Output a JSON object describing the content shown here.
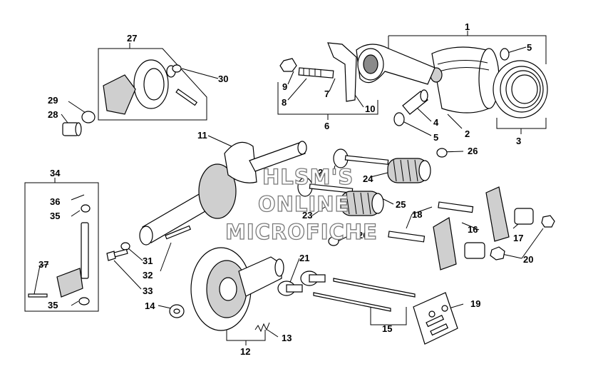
{
  "watermark": {
    "lines": [
      "HLSM'S",
      "ONLINE",
      "MICROFICHE"
    ]
  },
  "callouts": [
    {
      "id": "c1",
      "text": "1"
    },
    {
      "id": "c2",
      "text": "2"
    },
    {
      "id": "c3",
      "text": "3"
    },
    {
      "id": "c4",
      "text": "4"
    },
    {
      "id": "c5a",
      "text": "5"
    },
    {
      "id": "c5b",
      "text": "5"
    },
    {
      "id": "c6",
      "text": "6"
    },
    {
      "id": "c7",
      "text": "7"
    },
    {
      "id": "c8",
      "text": "8"
    },
    {
      "id": "c9",
      "text": "9"
    },
    {
      "id": "c10",
      "text": "10"
    },
    {
      "id": "c11",
      "text": "11"
    },
    {
      "id": "c12",
      "text": "12"
    },
    {
      "id": "c13",
      "text": "13"
    },
    {
      "id": "c14",
      "text": "14"
    },
    {
      "id": "c15",
      "text": "15"
    },
    {
      "id": "c16",
      "text": "16"
    },
    {
      "id": "c17",
      "text": "17"
    },
    {
      "id": "c18",
      "text": "18"
    },
    {
      "id": "c19",
      "text": "19"
    },
    {
      "id": "c20",
      "text": "20"
    },
    {
      "id": "c21",
      "text": "21"
    },
    {
      "id": "c22",
      "text": "22"
    },
    {
      "id": "c23",
      "text": "23"
    },
    {
      "id": "c24",
      "text": "24"
    },
    {
      "id": "c25",
      "text": "25"
    },
    {
      "id": "c26a",
      "text": "26"
    },
    {
      "id": "c26b",
      "text": "26"
    },
    {
      "id": "c27",
      "text": "27"
    },
    {
      "id": "c28",
      "text": "28"
    },
    {
      "id": "c29",
      "text": "29"
    },
    {
      "id": "c30",
      "text": "30"
    },
    {
      "id": "c31",
      "text": "31"
    },
    {
      "id": "c32",
      "text": "32"
    },
    {
      "id": "c33",
      "text": "33"
    },
    {
      "id": "c34",
      "text": "34"
    },
    {
      "id": "c35a",
      "text": "35"
    },
    {
      "id": "c35b",
      "text": "35"
    },
    {
      "id": "c36",
      "text": "36"
    },
    {
      "id": "c37",
      "text": "37"
    }
  ]
}
